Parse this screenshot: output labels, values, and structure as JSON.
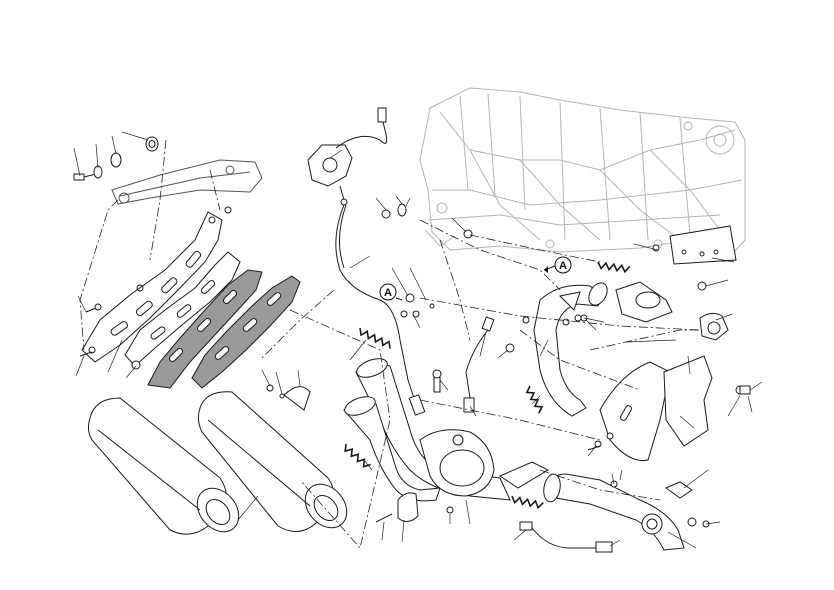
{
  "reference_markers": [
    {
      "id": "marker-a-left",
      "letter": "A"
    },
    {
      "id": "marker-a-right",
      "letter": "A"
    }
  ],
  "colors": {
    "line": "#1a1a1a",
    "frame": "#b5b5b5",
    "gasket_fill": "#9a9a9a",
    "background": "#ffffff"
  }
}
